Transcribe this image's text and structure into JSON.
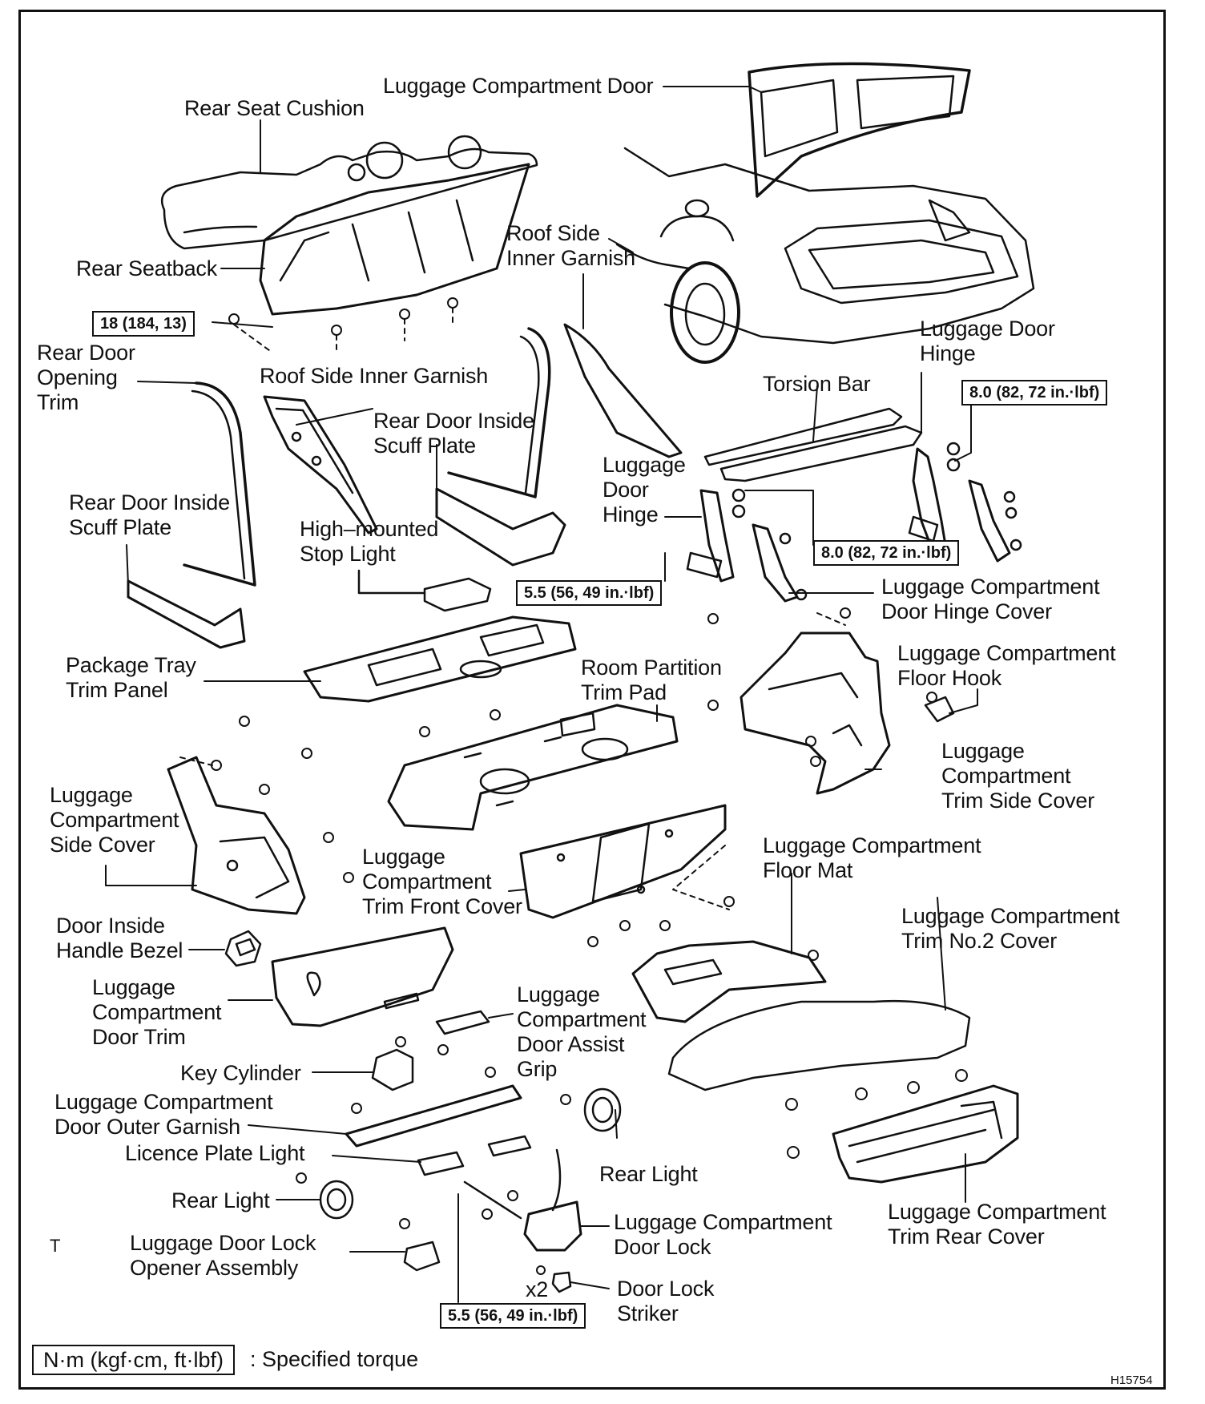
{
  "labels": {
    "luggage_compartment_door": "Luggage Compartment Door",
    "rear_seat_cushion": "Rear Seat Cushion",
    "rear_seatback": "Rear Seatback",
    "roof_side_inner_garnish_r": "Roof Side\nInner Garnish",
    "rear_door_opening_trim": "Rear Door\nOpening\nTrim",
    "roof_side_inner_garnish_l": "Roof Side Inner Garnish",
    "rear_door_inside_scuff_plate_r": "Rear Door Inside\nScuff Plate",
    "rear_door_inside_scuff_plate_l": "Rear Door Inside\nScuff Plate",
    "high_mounted_stop_light": "High–mounted\nStop Light",
    "luggage_door_hinge_top": "Luggage Door\nHinge",
    "torsion_bar": "Torsion Bar",
    "luggage_door_hinge_mid": "Luggage\nDoor\nHinge",
    "luggage_compartment_door_hinge_cover": "Luggage Compartment\nDoor Hinge Cover",
    "package_tray_trim_panel": "Package Tray\nTrim Panel",
    "room_partition_trim_pad": "Room Partition\nTrim Pad",
    "luggage_compartment_floor_hook": "Luggage Compartment\nFloor Hook",
    "luggage_compartment_trim_side_cover": "Luggage\nCompartment\nTrim Side Cover",
    "luggage_compartment_side_cover": "Luggage\nCompartment\nSide Cover",
    "luggage_compartment_trim_front_cover": "Luggage\nCompartment\nTrim Front Cover",
    "luggage_compartment_floor_mat": "Luggage Compartment\nFloor Mat",
    "luggage_compartment_trim_no2_cover": "Luggage Compartment\nTrim No.2 Cover",
    "door_inside_handle_bezel": "Door Inside\nHandle Bezel",
    "luggage_compartment_door_trim": "Luggage\nCompartment\nDoor Trim",
    "luggage_compartment_door_assist_grip": "Luggage\nCompartment\nDoor Assist\nGrip",
    "key_cylinder": "Key Cylinder",
    "luggage_compartment_door_outer_garnish": "Luggage Compartment\nDoor Outer Garnish",
    "licence_plate_light": "Licence Plate Light",
    "rear_light_right": "Rear Light",
    "rear_light_left": "Rear Light",
    "luggage_compartment_trim_rear_cover": "Luggage Compartment\nTrim Rear Cover",
    "luggage_compartment_door_lock": "Luggage Compartment\nDoor Lock",
    "luggage_door_lock_opener_assembly": "Luggage  Door Lock\nOpener Assembly",
    "door_lock_striker": "Door Lock\nStriker",
    "x2": "x2",
    "mark_t": "T"
  },
  "torques": {
    "seatback": "18 (184, 13)",
    "hinge_top": "8.0 (82, 72 in.·lbf)",
    "hinge_mid": "8.0 (82, 72 in.·lbf)",
    "hinge_low": "5.5 (56, 49 in.·lbf)",
    "striker": "5.5 (56, 49 in.·lbf)"
  },
  "legend": {
    "box": "N·m (kgf·cm, ft·lbf)",
    "text": ": Specified torque"
  },
  "figure_code": "H15754"
}
